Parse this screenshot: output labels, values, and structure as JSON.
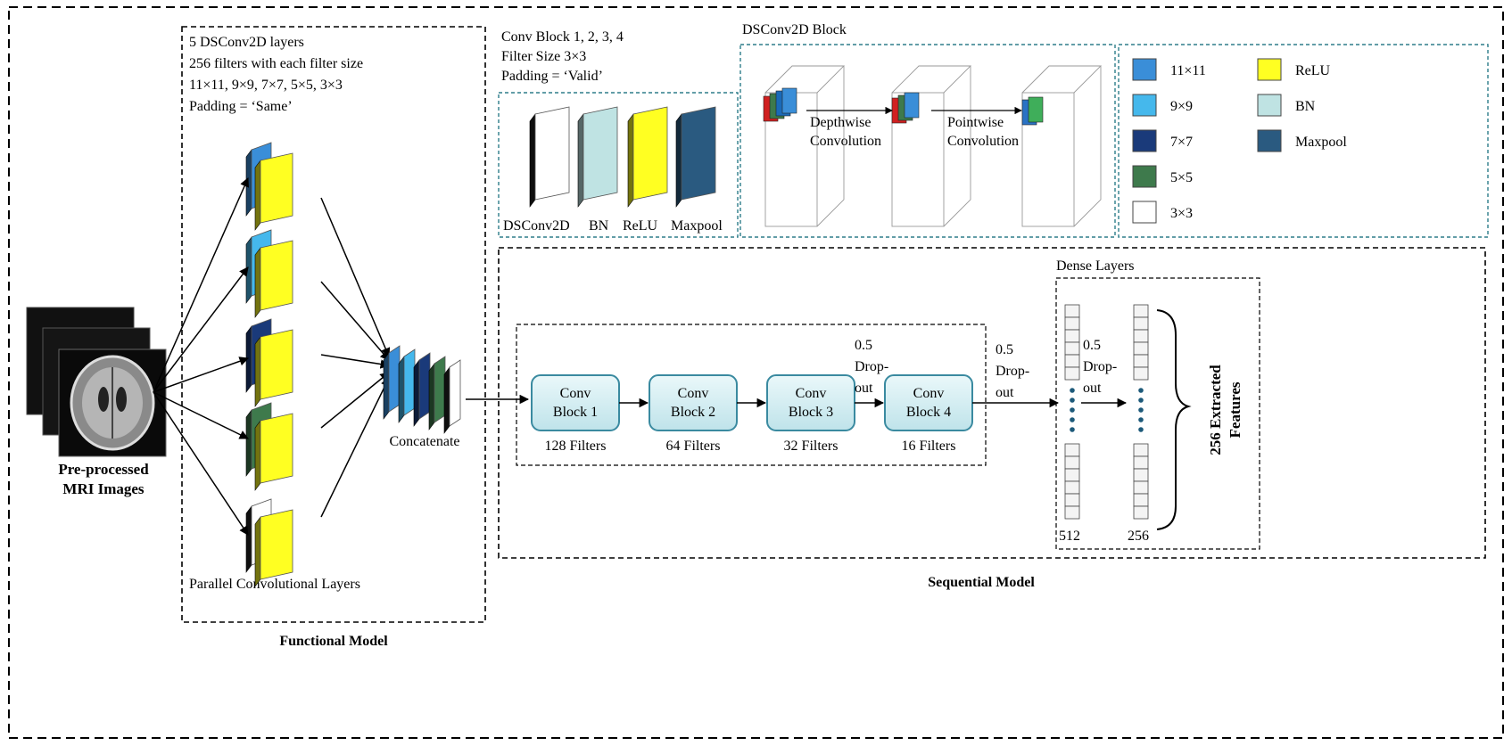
{
  "functional": {
    "layers_title": "5 DSConv2D layers",
    "filters_line": "256 filters with each filter size",
    "sizes_line": "11×11, 9×9, 7×7, 5×5, 3×3",
    "padding_line": "Padding = ‘Same’",
    "parallel_label": "Parallel Convolutional Layers",
    "concat_label": "Concatenate",
    "section_label": "Functional Model"
  },
  "input": {
    "label_line1": "Pre-processed",
    "label_line2": "MRI Images"
  },
  "conv_block_info": {
    "line1": "Conv Block 1, 2, 3, 4",
    "line2": "Filter Size 3×3",
    "line3": "Padding = ‘Valid’",
    "layer_labels": [
      "DSConv2D",
      "BN",
      "ReLU",
      "Maxpool"
    ]
  },
  "dsconv_block": {
    "title": "DSConv2D Block",
    "depthwise_line1": "Depthwise",
    "depthwise_line2": "Convolution",
    "pointwise_line1": "Pointwise",
    "pointwise_line2": "Convolution"
  },
  "legend": {
    "items": [
      {
        "label": "11×11",
        "color": "#3a8ed8"
      },
      {
        "label": "9×9",
        "color": "#45b8ec"
      },
      {
        "label": "7×7",
        "color": "#1a3a7a"
      },
      {
        "label": "5×5",
        "color": "#3e7a4c"
      },
      {
        "label": "3×3",
        "color": "#ffffff"
      },
      {
        "label": "ReLU",
        "color": "#ffff22"
      },
      {
        "label": "BN",
        "color": "#bfe3e3"
      },
      {
        "label": "Maxpool",
        "color": "#2a5a80"
      }
    ]
  },
  "sequential": {
    "section_label": "Sequential Model",
    "blocks": [
      {
        "line1": "Conv",
        "line2": "Block 1",
        "filters": "128 Filters"
      },
      {
        "line1": "Conv",
        "line2": "Block 2",
        "filters": "64 Filters"
      },
      {
        "line1": "Conv",
        "line2": "Block 3",
        "filters": "32 Filters"
      },
      {
        "line1": "Conv",
        "line2": "Block 4",
        "filters": "16 Filters"
      }
    ],
    "dropout1": {
      "line1": "0.5",
      "line2": "Drop-",
      "line3": "out"
    },
    "dropout2": {
      "line1": "0.5",
      "line2": "Drop-",
      "line3": "out"
    },
    "dropout3": {
      "line1": "0.5",
      "line2": "Drop-",
      "line3": "out"
    }
  },
  "dense": {
    "title": "Dense Layers",
    "size1": "512",
    "size2": "256",
    "features_line1": "256 Extracted",
    "features_line2": "Features"
  },
  "colors": {
    "c11": "#3a8ed8",
    "c9": "#45b8ec",
    "c7": "#1a3a7a",
    "c5": "#3e7a4c",
    "c3": "#ffffff",
    "relu": "#ffff22",
    "bn": "#bfe3e3",
    "maxpool": "#2a5a80",
    "conv_block": "#cfeef2",
    "dashed_teal": "#2e7d8a"
  }
}
